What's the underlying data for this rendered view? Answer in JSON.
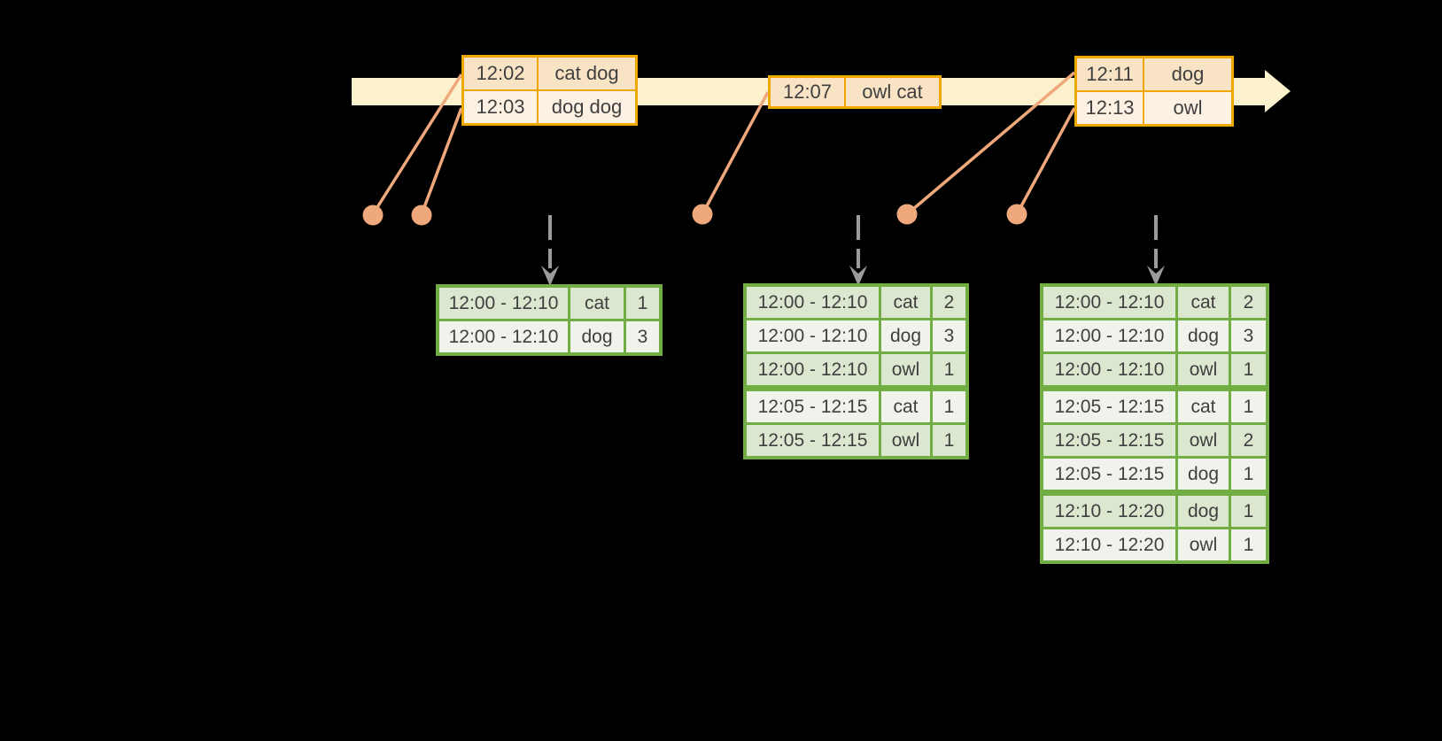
{
  "colors": {
    "background": "#000000",
    "timeline_fill": "#FBF2CD",
    "event_border": "#EFA800",
    "event_row_dark": "#F9E3C5",
    "event_row_light": "#FCF1E2",
    "result_border": "#71AD43",
    "result_row_dark": "#DBE7CF",
    "result_row_light": "#EFF3EB",
    "connector": "#EFA87B",
    "trigger_arrow": "#9B9B9B",
    "text": "#3F3F3F"
  },
  "event_tables": [
    {
      "rows": [
        [
          "12:02",
          "cat dog"
        ],
        [
          "12:03",
          "dog dog"
        ]
      ]
    },
    {
      "rows": [
        [
          "12:07",
          "owl cat"
        ]
      ]
    },
    {
      "rows": [
        [
          "12:11",
          "dog"
        ],
        [
          "12:13",
          "owl"
        ]
      ]
    }
  ],
  "result_tables": [
    {
      "groups": [
        [
          [
            "12:00 - 12:10",
            "cat",
            "1"
          ],
          [
            "12:00 - 12:10",
            "dog",
            "3"
          ]
        ]
      ]
    },
    {
      "groups": [
        [
          [
            "12:00 - 12:10",
            "cat",
            "2"
          ],
          [
            "12:00 - 12:10",
            "dog",
            "3"
          ],
          [
            "12:00 - 12:10",
            "owl",
            "1"
          ]
        ],
        [
          [
            "12:05 - 12:15",
            "cat",
            "1"
          ],
          [
            "12:05 - 12:15",
            "owl",
            "1"
          ]
        ]
      ]
    },
    {
      "groups": [
        [
          [
            "12:00 - 12:10",
            "cat",
            "2"
          ],
          [
            "12:00 - 12:10",
            "dog",
            "3"
          ],
          [
            "12:00 - 12:10",
            "owl",
            "1"
          ]
        ],
        [
          [
            "12:05 - 12:15",
            "cat",
            "1"
          ],
          [
            "12:05 - 12:15",
            "owl",
            "2"
          ],
          [
            "12:05 - 12:15",
            "dog",
            "1"
          ]
        ],
        [
          [
            "12:10 - 12:20",
            "dog",
            "1"
          ],
          [
            "12:10 - 12:20",
            "owl",
            "1"
          ]
        ]
      ]
    }
  ]
}
